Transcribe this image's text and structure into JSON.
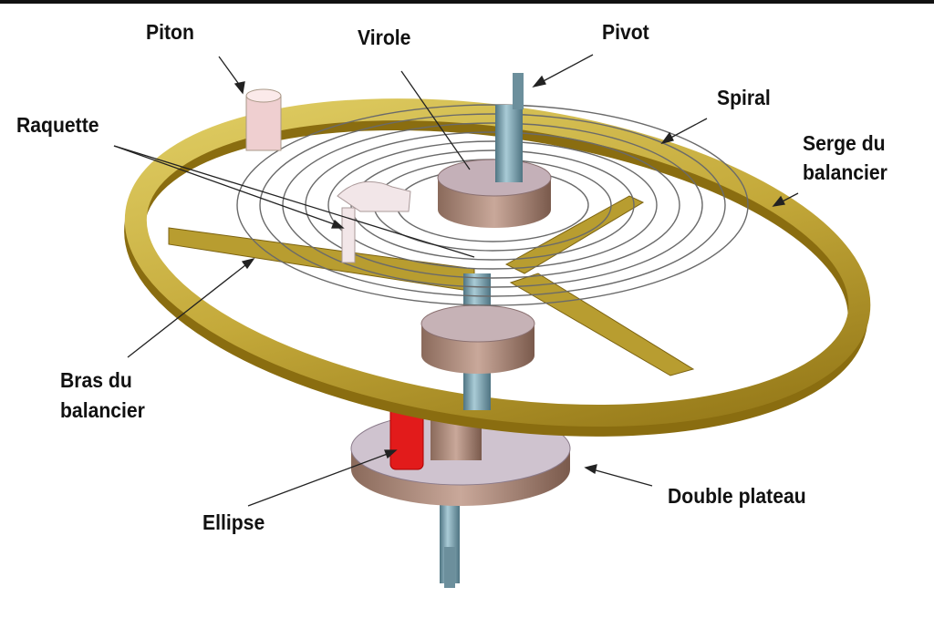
{
  "labels": {
    "piton": "Piton",
    "virole": "Virole",
    "pivot": "Pivot",
    "spiral": "Spiral",
    "raquette": "Raquette",
    "serge_line1": "Serge du",
    "serge_line2": "balancier",
    "bras_line1": "Bras du",
    "bras_line2": "balancier",
    "ellipse": "Ellipse",
    "double_plateau": "Double plateau"
  },
  "colors": {
    "rim": "#b59a28",
    "rim_light": "#d8c65a",
    "staff": "#7fa6b5",
    "copper": "#a88575",
    "ellipse_pin": "#e21b1b",
    "piton": "#efcfd0"
  }
}
